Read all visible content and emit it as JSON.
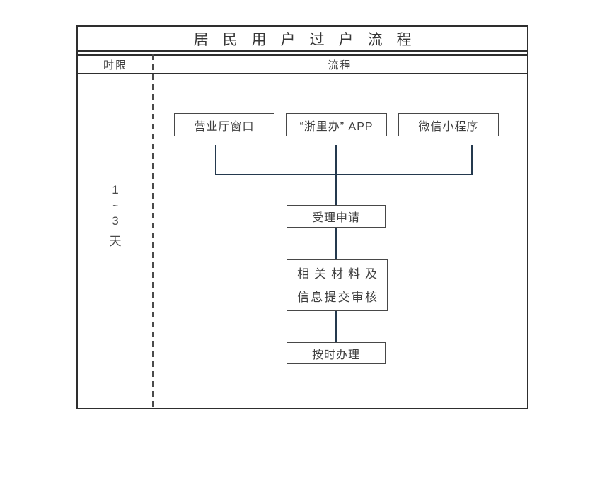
{
  "table": {
    "title": "居民用户过户流程",
    "header": {
      "time_limit_label": "时限",
      "process_label": "流程"
    },
    "duration": {
      "line1": "1",
      "line2": "~",
      "line3": "3",
      "line4": "天"
    }
  },
  "flow": {
    "entry_channels": [
      {
        "label": "营业厅窗口"
      },
      {
        "label": "“浙里办” APP"
      },
      {
        "label": "微信小程序"
      }
    ],
    "steps": [
      {
        "label": "受理申请"
      },
      {
        "label": "相关材料及信息提交审核",
        "lines": [
          "相关材料及",
          "信息提交审核"
        ]
      },
      {
        "label": "按时办理"
      }
    ]
  },
  "colors": {
    "frame_border": "#2e2e2e",
    "node_border": "#484848",
    "connector": "#24394e",
    "divider": "#4a4a4a",
    "text": "#3f3f3f",
    "background": "#ffffff"
  }
}
